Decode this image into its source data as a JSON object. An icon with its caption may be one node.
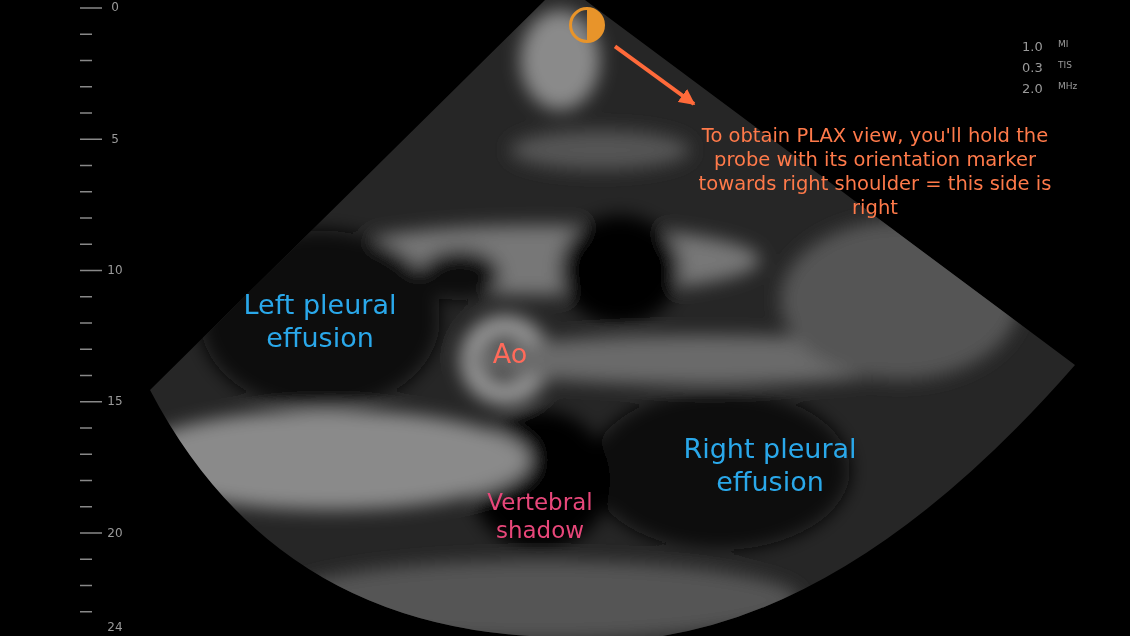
{
  "diagram": {
    "nodes": [
      {
        "text": [],
        "shape": "circle"
      },
      {
        "text": [
          "To obtain PLAX view, you'll hold the probe with its orientation marker towards right shoulder = this side is right"
        ]
      }
    ],
    "edges": [
      {
        "from": 0,
        "to": 1,
        "arrow": "to"
      }
    ],
    "labels": [
      "0",
      "5",
      "10",
      "15",
      "20",
      "24",
      "1.0",
      "MI",
      "0.3",
      "TIS",
      "2.0",
      "MHz",
      "Left pleural effusion",
      "Ao",
      "Right pleural effusion",
      "Vertebral shadow"
    ]
  }
}
